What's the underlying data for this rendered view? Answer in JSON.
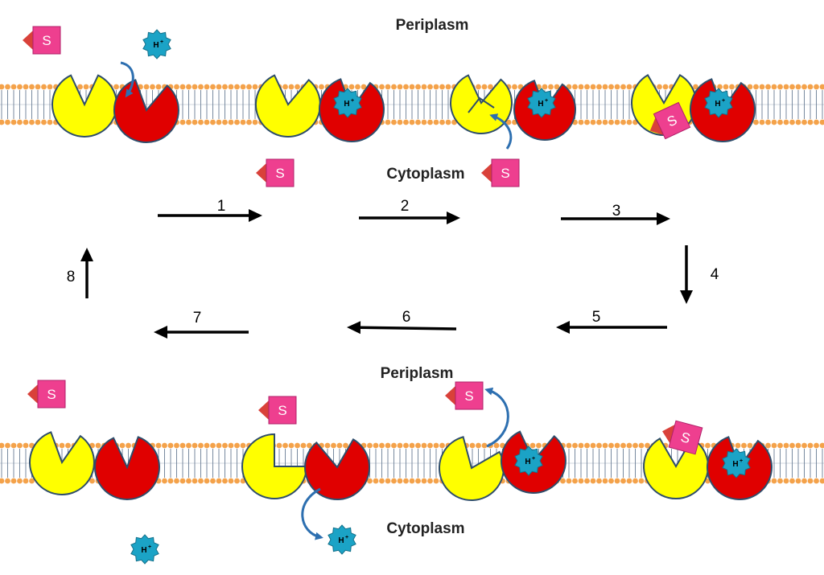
{
  "labels": {
    "periplasm_top": "Periplasm",
    "cytoplasm_top": "Cytoplasm",
    "periplasm_bottom": "Periplasm",
    "cytoplasm_bottom": "Cytoplasm"
  },
  "symbols": {
    "substrate": "S",
    "proton": "H",
    "proton_charge": "+"
  },
  "steps": [
    "1",
    "2",
    "3",
    "4",
    "5",
    "6",
    "7",
    "8"
  ],
  "colors": {
    "domain_a": "#ffff00",
    "domain_b": "#e00000",
    "outline": "#2e4d6b",
    "proton": "#1ba3c6",
    "substrate": "#ee3f8f",
    "substrate_tip": "#d9413a",
    "lipid_head": "#f4a24a",
    "lipid_tail": "#6a7d95",
    "curl_arrow": "#2d6fb0",
    "arrow": "#000000"
  }
}
